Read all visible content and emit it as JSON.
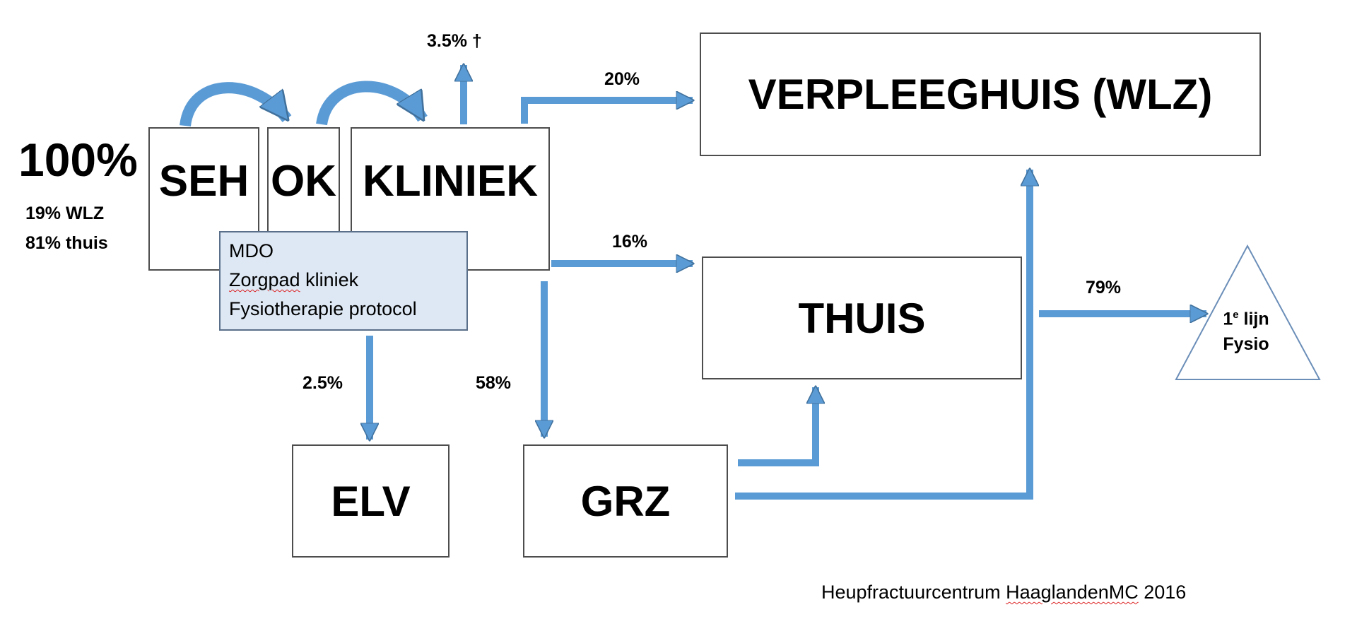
{
  "diagram": {
    "total": {
      "percent": "100%",
      "line1": "19% WLZ",
      "line2": "81% thuis"
    },
    "boxes": {
      "seh": "SEH",
      "ok": "OK",
      "kliniek": "KLINIEK",
      "verpleeghuis": "VERPLEEGHUIS (WLZ)",
      "thuis": "THUIS",
      "elv": "ELV",
      "grz": "GRZ"
    },
    "mdo": {
      "line1": "MDO",
      "line2_word": "Zorgpad",
      "line2_rest": " kliniek",
      "line3": "Fysiotherapie protocol"
    },
    "flows": {
      "death": "3.5% †",
      "to_verpleeghuis": "20%",
      "to_thuis": "16%",
      "to_elv": "2.5%",
      "to_grz": "58%",
      "to_fysio": "79%"
    },
    "fysio": {
      "superscript_base": "1",
      "superscript": "e",
      "line1_rest": " lijn",
      "line2": "Fysio"
    },
    "credit": {
      "prefix": "Heupfractuurcentrum ",
      "org": "HaaglandenMC",
      "year": " 2016"
    },
    "colors": {
      "arrow": "#5b9bd5",
      "arrow_stroke": "#41719c",
      "mdo_fill": "#dde8f4",
      "box_border": "#4d4d4d"
    }
  }
}
